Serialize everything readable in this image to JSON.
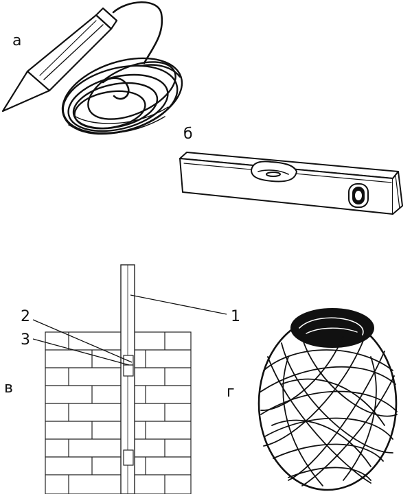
{
  "figure": {
    "panels": [
      {
        "id": "a",
        "label": "а",
        "subject": "plumb-bob-with-cord"
      },
      {
        "id": "b",
        "label": "б",
        "subject": "spirit-level"
      },
      {
        "id": "v",
        "label": "в",
        "subject": "plumb-rule-on-brick-wall"
      },
      {
        "id": "g",
        "label": "г",
        "subject": "ball-of-twine"
      }
    ],
    "callouts": [
      "1",
      "2",
      "3"
    ]
  },
  "colors": {
    "ink": "#111111",
    "paper": "#ffffff"
  }
}
